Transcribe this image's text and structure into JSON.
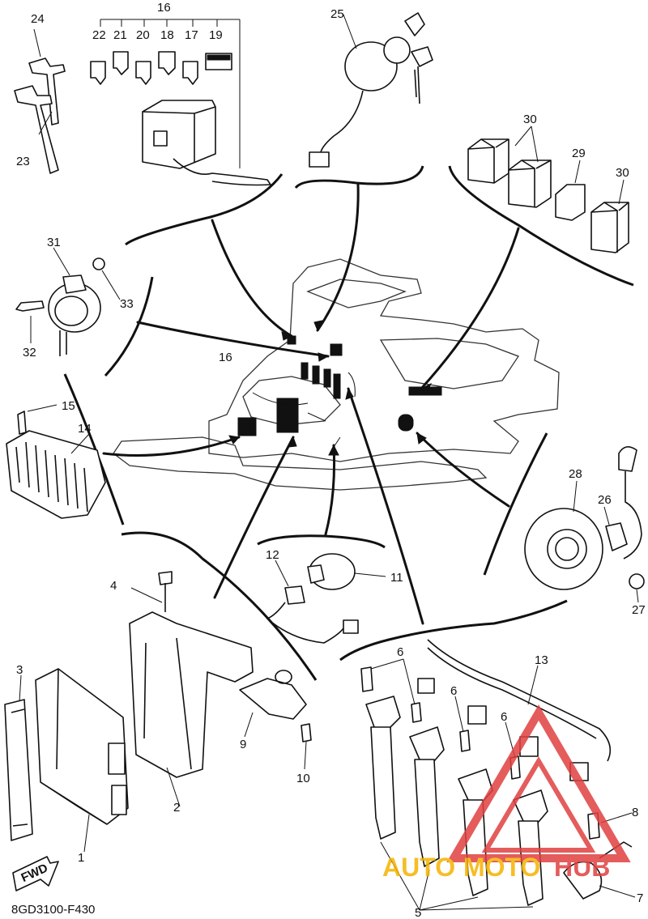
{
  "diagram": {
    "code": "8GD3100-F430",
    "fwd_label": "FWD",
    "watermark": {
      "left": "AUTO",
      "middle": "MOTO",
      "right": "HUB",
      "color_left": "#f5b200",
      "color_right": "#e04040"
    },
    "callouts": {
      "c1": "1",
      "c2": "2",
      "c3": "3",
      "c4": "4",
      "c5": "5",
      "c6a": "6",
      "c6b": "6",
      "c6c": "6",
      "c7": "7",
      "c8": "8",
      "c9": "9",
      "c10": "10",
      "c11": "11",
      "c12": "12",
      "c13": "13",
      "c14": "14",
      "c15": "15",
      "c16a": "16",
      "c16b": "16",
      "c17": "17",
      "c18": "18",
      "c19": "19",
      "c20": "20",
      "c21": "21",
      "c22": "22",
      "c23": "23",
      "c24": "24",
      "c25": "25",
      "c26": "26",
      "c27": "27",
      "c28": "28",
      "c29": "29",
      "c30a": "30",
      "c30b": "30",
      "c31": "31",
      "c32": "32",
      "c33": "33"
    }
  }
}
